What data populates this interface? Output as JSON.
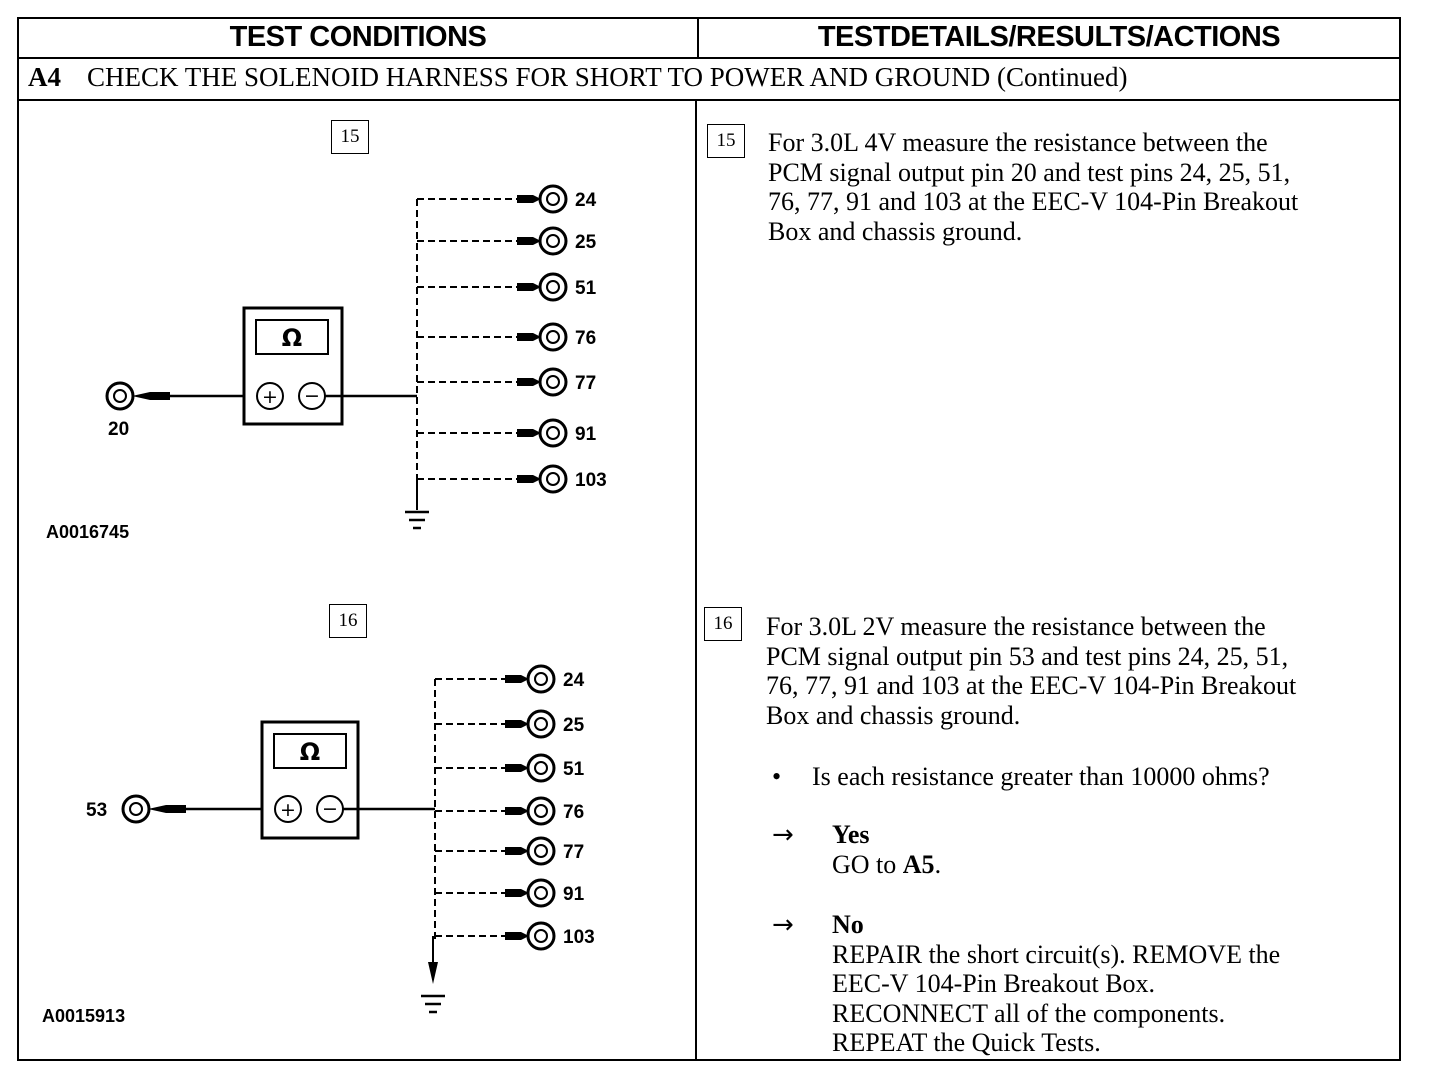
{
  "header": {
    "left": "TEST CONDITIONS",
    "right": "TESTDETAILS/RESULTS/ACTIONS"
  },
  "section": {
    "code": "A4",
    "title": "CHECK THE SOLENOID HARNESS FOR SHORT TO POWER AND GROUND (Continued)"
  },
  "steps": [
    {
      "number": "15",
      "diagram_id": "A0016745",
      "meter_symbol": "Ω",
      "source_pin": "20",
      "test_pins": [
        "24",
        "25",
        "51",
        "76",
        "77",
        "91",
        "103"
      ],
      "text_lines": [
        "For 3.0L 4V measure the resistance between the",
        "PCM signal output pin 20 and test pins 24, 25, 51,",
        "76, 77, 91 and 103 at the EEC-V 104-Pin Breakout",
        "Box and chassis ground."
      ]
    },
    {
      "number": "16",
      "diagram_id": "A0015913",
      "meter_symbol": "Ω",
      "source_pin": "53",
      "test_pins": [
        "24",
        "25",
        "51",
        "76",
        "77",
        "91",
        "103"
      ],
      "text_lines": [
        "For 3.0L 2V measure the resistance between the",
        "PCM signal output pin 53 and test pins 24, 25, 51,",
        "76, 77, 91 and 103 at the EEC-V 104-Pin Breakout",
        "Box and chassis ground."
      ]
    }
  ],
  "question": {
    "bullet": "•",
    "text": "Is each resistance greater than 10000 ohms?"
  },
  "answers": [
    {
      "arrow": "→",
      "label": "Yes",
      "lines": [
        "GO to ",
        "A5",
        "."
      ]
    },
    {
      "arrow": "→",
      "label": "No",
      "lines": [
        "REPAIR the short circuit(s). REMOVE the",
        "EEC-V 104-Pin Breakout Box.",
        "RECONNECT all of the components.",
        "REPEAT the Quick Tests."
      ]
    }
  ],
  "icons": {
    "meter": "ohmmeter-icon",
    "plus": "plus-terminal-icon",
    "minus": "minus-terminal-icon",
    "ground": "ground-icon",
    "connector": "test-pin-connector-icon"
  }
}
